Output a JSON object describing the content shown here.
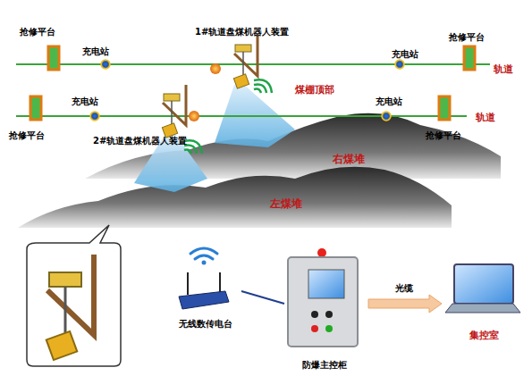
{
  "diagram": {
    "nodes": [
      {
        "text": [
          "无线数传电台"
        ]
      },
      {
        "text": [
          "防爆主控柜"
        ]
      },
      {
        "text": [
          "集控室"
        ]
      }
    ],
    "edges": [
      {
        "from": 0,
        "to": 1,
        "arrow": "none"
      },
      {
        "from": 1,
        "to": 2,
        "label": "光缆",
        "arrow": "to"
      }
    ],
    "labels": [
      "抢修平台",
      "充电站",
      "1#轨道盘煤机器人装置",
      "充电站",
      "抢修平台",
      "轨道",
      "充电站",
      "煤棚顶部",
      "充电站",
      "抢修平台",
      "轨道",
      "抢修平台",
      "2#轨道盘煤机器人装置",
      "右煤堆",
      "左煤堆"
    ]
  }
}
